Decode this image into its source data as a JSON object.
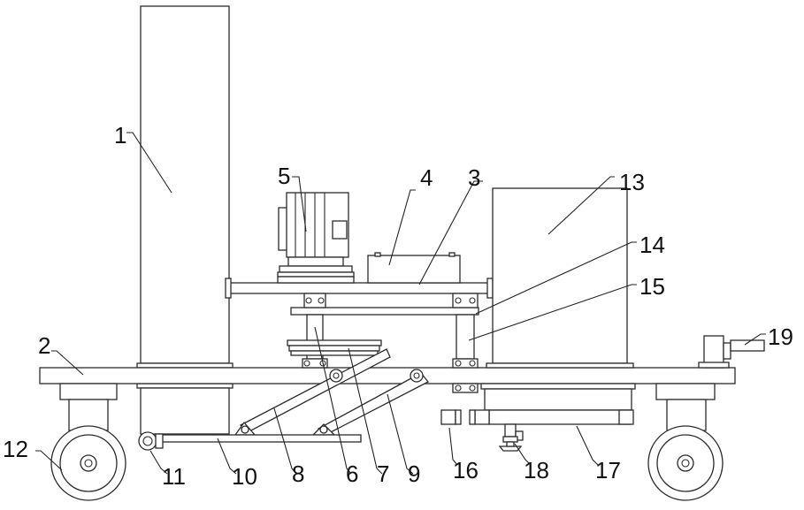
{
  "labels": {
    "l1": "1",
    "l2": "2",
    "l3": "3",
    "l4": "4",
    "l5": "5",
    "l6": "6",
    "l7": "7",
    "l8": "8",
    "l9": "9",
    "l10": "10",
    "l11": "11",
    "l12": "12",
    "l13": "13",
    "l14": "14",
    "l15": "15",
    "l16": "16",
    "l17": "17",
    "l18": "18",
    "l19": "19"
  },
  "colors": {
    "line": "#2b2b2b",
    "background": "#ffffff",
    "text": "#111111"
  }
}
